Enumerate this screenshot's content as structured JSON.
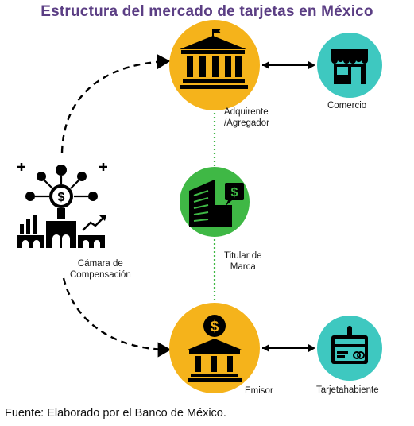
{
  "title": "Estructura del mercado de tarjetas en México",
  "nodes": {
    "adquirente": {
      "label_line1": "Adquirente",
      "label_line2": "/Agregador",
      "icon": "bank-building-icon"
    },
    "comercio": {
      "label": "Comercio",
      "icon": "storefront-icon"
    },
    "titular": {
      "label_line1": "Titular de",
      "label_line2": "Marca",
      "icon": "office-building-dollar-icon"
    },
    "emisor": {
      "label": "Emisor",
      "icon": "bank-dollar-icon"
    },
    "tarjetahabiente": {
      "label": "Tarjetahabiente",
      "icon": "credit-card-icon"
    },
    "camara": {
      "label_line1": "Cámara de",
      "label_line2": "Compensación",
      "icon": "clearing-house-icon"
    }
  },
  "colors": {
    "title": "#5b3e84",
    "yellow": "#f5b31b",
    "teal": "#3ec8c0",
    "green": "#3fb845",
    "icon": "#000000"
  },
  "footer": "Fuente: Elaborado por el Banco de México."
}
